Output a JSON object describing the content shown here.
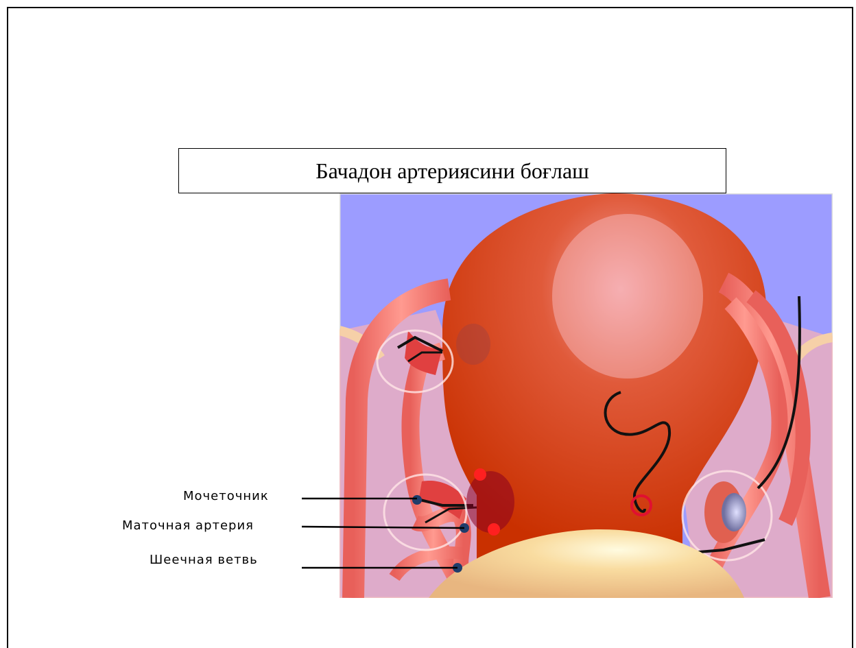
{
  "title": "Бачадон артериясини боғлаш",
  "labels": {
    "ureter": "Мочеточник",
    "uterine_artery": "Маточная артерия",
    "cervical_branch": "Шеечная ветвь"
  },
  "colors": {
    "background_panel": "#9c9cff",
    "uterus": "#cc3300",
    "vessel": "#f07a6a",
    "marker": "#1f3d6b"
  }
}
